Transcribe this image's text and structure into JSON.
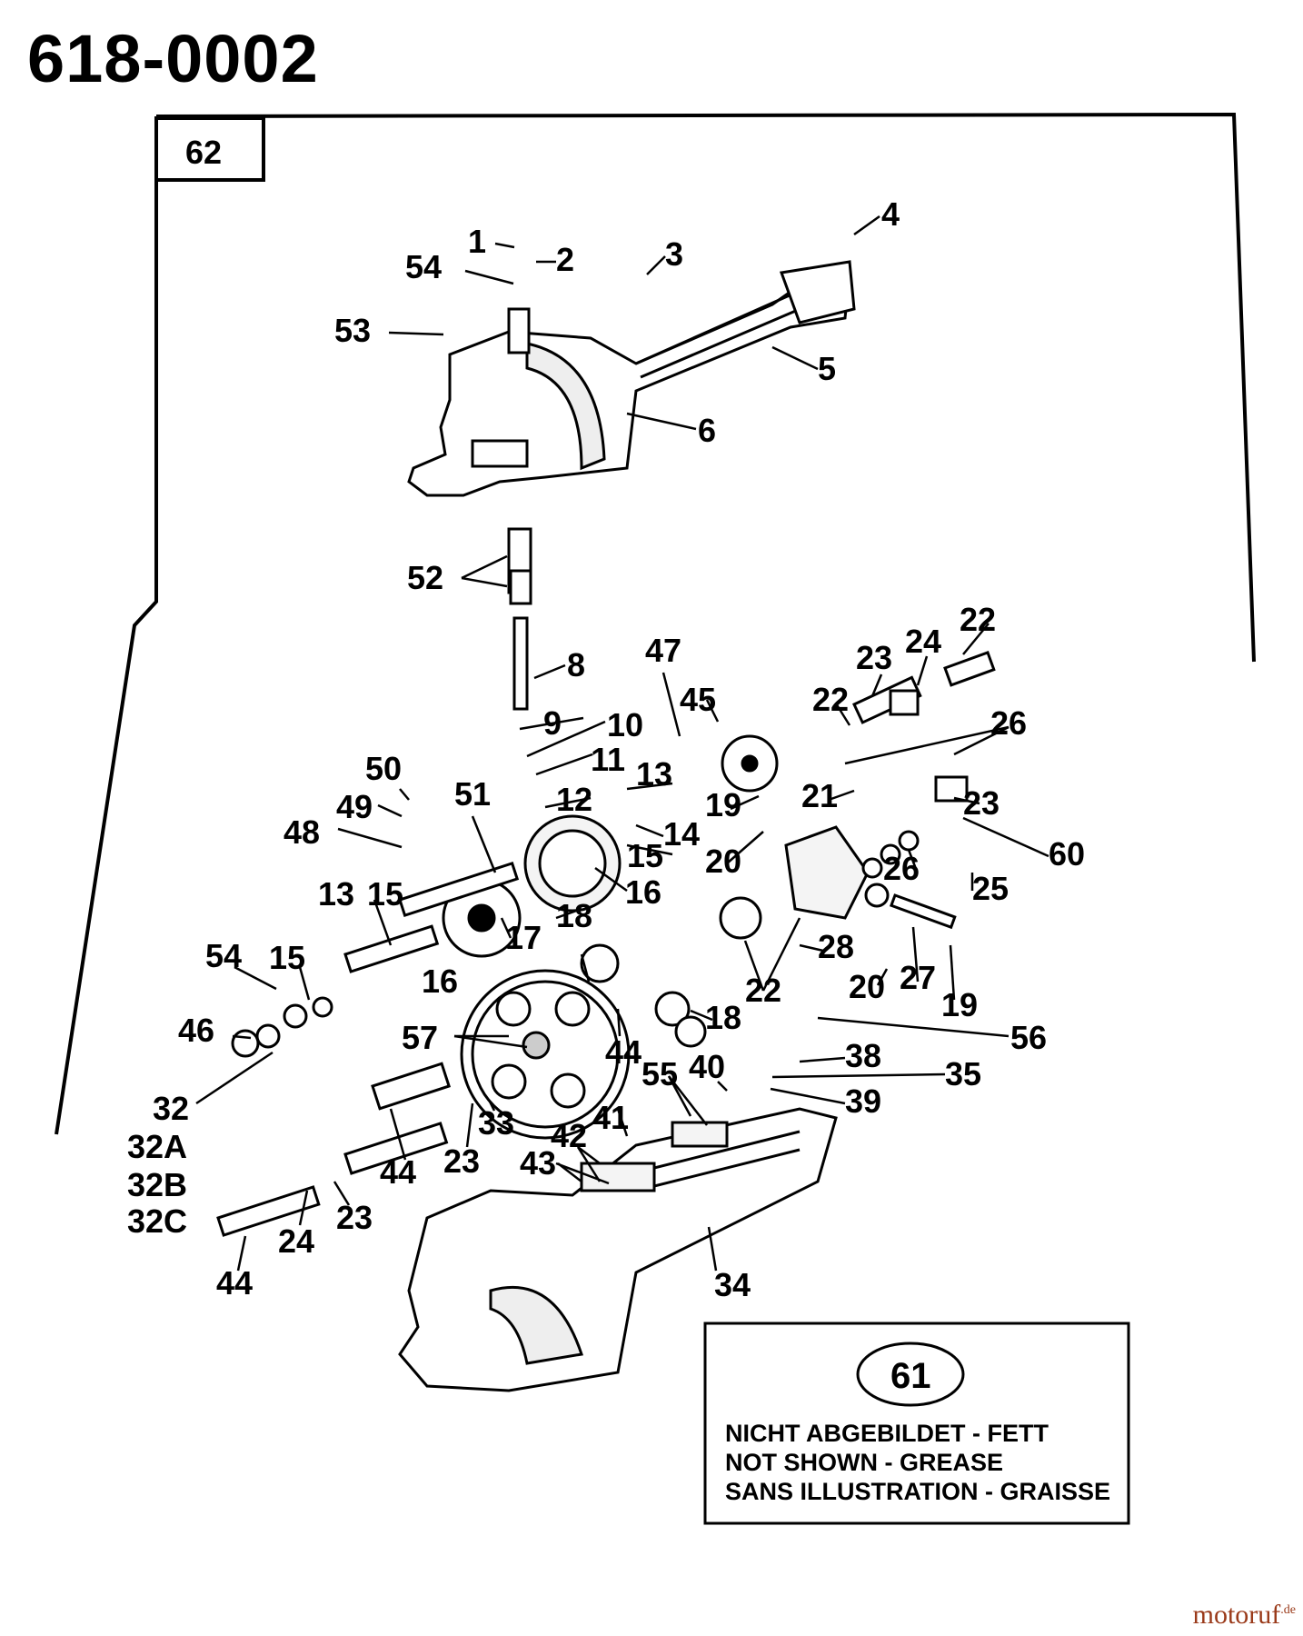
{
  "title": "618-0002",
  "group_label": "62",
  "callouts": [
    {
      "key": "c1",
      "text": "1"
    },
    {
      "key": "c2",
      "text": "2"
    },
    {
      "key": "c3",
      "text": "3"
    },
    {
      "key": "c4",
      "text": "4"
    },
    {
      "key": "c54a",
      "text": "54"
    },
    {
      "key": "c53",
      "text": "53"
    },
    {
      "key": "c5",
      "text": "5"
    },
    {
      "key": "c6",
      "text": "6"
    },
    {
      "key": "c52",
      "text": "52"
    },
    {
      "key": "c8",
      "text": "8"
    },
    {
      "key": "c9",
      "text": "9"
    },
    {
      "key": "c10",
      "text": "10"
    },
    {
      "key": "c11",
      "text": "11"
    },
    {
      "key": "c12",
      "text": "12"
    },
    {
      "key": "c47",
      "text": "47"
    },
    {
      "key": "c45",
      "text": "45"
    },
    {
      "key": "c13a",
      "text": "13"
    },
    {
      "key": "c14",
      "text": "14"
    },
    {
      "key": "c15a",
      "text": "15"
    },
    {
      "key": "c16a",
      "text": "16"
    },
    {
      "key": "c50",
      "text": "50"
    },
    {
      "key": "c49",
      "text": "49"
    },
    {
      "key": "c48",
      "text": "48"
    },
    {
      "key": "c51",
      "text": "51"
    },
    {
      "key": "c13b",
      "text": "13"
    },
    {
      "key": "c15b",
      "text": "15"
    },
    {
      "key": "c17",
      "text": "17"
    },
    {
      "key": "c18a",
      "text": "18"
    },
    {
      "key": "c16b",
      "text": "16"
    },
    {
      "key": "c54b",
      "text": "54"
    },
    {
      "key": "c15c",
      "text": "15"
    },
    {
      "key": "c46",
      "text": "46"
    },
    {
      "key": "c32",
      "text": "32"
    },
    {
      "key": "c32A",
      "text": "32A"
    },
    {
      "key": "c32B",
      "text": "32B"
    },
    {
      "key": "c32C",
      "text": "32C"
    },
    {
      "key": "c22a",
      "text": "22"
    },
    {
      "key": "c23a",
      "text": "23"
    },
    {
      "key": "c24a",
      "text": "24"
    },
    {
      "key": "c22b",
      "text": "22"
    },
    {
      "key": "c26a",
      "text": "26"
    },
    {
      "key": "c21",
      "text": "21"
    },
    {
      "key": "c23b",
      "text": "23"
    },
    {
      "key": "c19a",
      "text": "19"
    },
    {
      "key": "c20a",
      "text": "20"
    },
    {
      "key": "c60",
      "text": "60"
    },
    {
      "key": "c26b",
      "text": "26"
    },
    {
      "key": "c25",
      "text": "25"
    },
    {
      "key": "c28",
      "text": "28"
    },
    {
      "key": "c20b",
      "text": "20"
    },
    {
      "key": "c27",
      "text": "27"
    },
    {
      "key": "c19b",
      "text": "19"
    },
    {
      "key": "c22c",
      "text": "22"
    },
    {
      "key": "c18b",
      "text": "18"
    },
    {
      "key": "c57",
      "text": "57"
    },
    {
      "key": "c44a",
      "text": "44"
    },
    {
      "key": "c56",
      "text": "56"
    },
    {
      "key": "c38",
      "text": "38"
    },
    {
      "key": "c35",
      "text": "35"
    },
    {
      "key": "c39",
      "text": "39"
    },
    {
      "key": "c55",
      "text": "55"
    },
    {
      "key": "c40",
      "text": "40"
    },
    {
      "key": "c33",
      "text": "33"
    },
    {
      "key": "c41",
      "text": "41"
    },
    {
      "key": "c42",
      "text": "42"
    },
    {
      "key": "c43",
      "text": "43"
    },
    {
      "key": "c23c",
      "text": "23"
    },
    {
      "key": "c44b",
      "text": "44"
    },
    {
      "key": "c23d",
      "text": "23"
    },
    {
      "key": "c24b",
      "text": "24"
    },
    {
      "key": "c44c",
      "text": "44"
    },
    {
      "key": "c34",
      "text": "34"
    }
  ],
  "note": {
    "number": "61",
    "line1": "NICHT ABGEBILDET - FETT",
    "line2": "NOT SHOWN - GREASE",
    "line3": "SANS ILLUSTRATION - GRAISSE"
  },
  "footer": {
    "logo": "motoruf",
    "logo_suffix": ".de"
  }
}
